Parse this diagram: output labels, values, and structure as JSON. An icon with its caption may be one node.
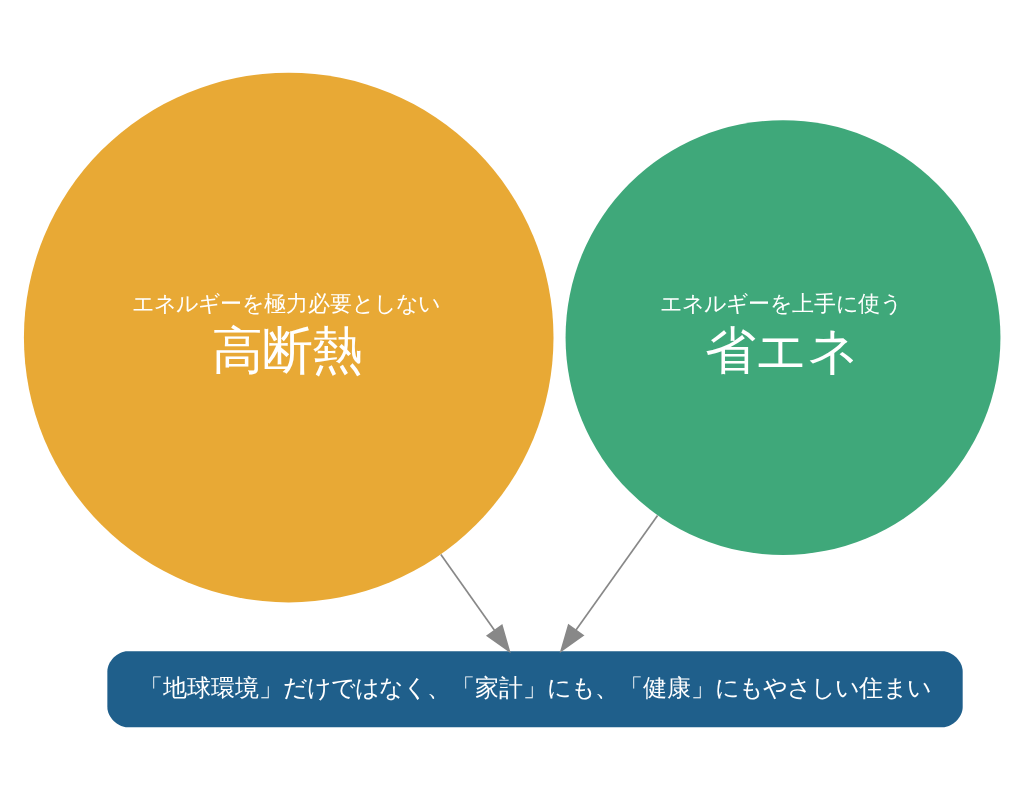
{
  "diagram": {
    "nodes": [
      {
        "text": [
          "エネルギーを極力必要としない",
          "高断熱"
        ]
      },
      {
        "text": [
          "エネルギーを上手に使う",
          "省エネ"
        ]
      },
      {
        "text": [
          "「地球環境」だけではなく、「家計」にも、「健康」にもやさしい住まい"
        ]
      }
    ],
    "edges": [
      {
        "from": 0,
        "to": 2,
        "arrow": "to"
      },
      {
        "from": 1,
        "to": 2,
        "arrow": "to"
      }
    ]
  }
}
